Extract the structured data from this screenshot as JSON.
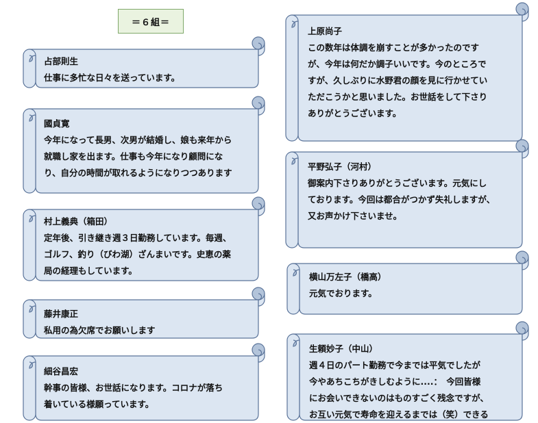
{
  "group_title": "＝６組＝",
  "entries": [
    {
      "name": "占部則生",
      "lines": [
        "仕事に多忙な日々を送っています。"
      ]
    },
    {
      "name": "國貞寛",
      "lines": [
        "今年になって長男、次男が結婚し、娘も来年から",
        "就職し家を出ます。仕事も今年になり顧問にな",
        "り、自分の時間が取れるようになりつつあります"
      ]
    },
    {
      "name": "村上義典（箱田）",
      "lines": [
        "定年後、引き継き週３日勤務しています。毎週、",
        "ゴルフ、釣り（びわ湖）ざんまいです。史恵の薬",
        "局の経理もしています。"
      ]
    },
    {
      "name": "藤井康正",
      "lines": [
        "私用の為欠席でお願いします"
      ]
    },
    {
      "name": "細谷昌宏",
      "lines": [
        "幹事の皆様、お世話になります。コロナが落ち",
        "着いている様願っています。"
      ]
    },
    {
      "name": "上原尚子",
      "lines": [
        "この数年は体調を崩すことが多かったのです",
        "が、今年は何だか調子いいです。今のところで",
        "すが、久しぶりに水野君の顔を見に行かせてい",
        "ただこうかと思いました。お世話をして下さり",
        "ありがとうございます。"
      ]
    },
    {
      "name": "平野弘子（河村）",
      "lines": [
        "御案内下さりありがとうございます。元気にし",
        "ております。今回は都合がつかず失礼しますが、",
        "又お声かけ下さいませ。"
      ]
    },
    {
      "name": "横山万左子（橋高）",
      "lines": [
        "元気でおります。"
      ]
    },
    {
      "name": "生頼妙子（中山）",
      "lines": [
        "週４日のパート勤務で今までは平気でしたが",
        "今やあちこちがきしむように....：　今回皆様",
        "にお会いできないのはものすごく残念ですが、",
        "お互い元気で寿命を迎えるまでは（笑）できる"
      ]
    }
  ]
}
